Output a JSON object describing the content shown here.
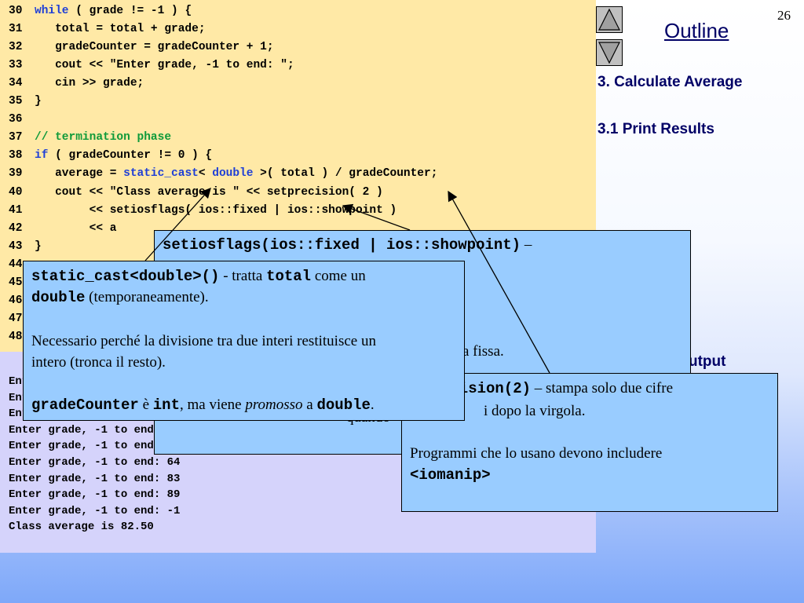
{
  "page_number": "26",
  "outline": {
    "title": "Outline",
    "items": [
      "3.  Calculate Average",
      "3.1  Print Results",
      "utput"
    ]
  },
  "code_lines": [
    {
      "no": "30",
      "parts": [
        {
          "t": "while",
          "c": "kw"
        },
        {
          "t": " ( grade != -1 ) {"
        }
      ]
    },
    {
      "no": "31",
      "parts": [
        {
          "t": "   total = total + grade;"
        }
      ]
    },
    {
      "no": "32",
      "parts": [
        {
          "t": "   gradeCounter = gradeCounter + 1;"
        }
      ]
    },
    {
      "no": "33",
      "parts": [
        {
          "t": "   cout << \"Enter grade, -1 to end: \";"
        }
      ]
    },
    {
      "no": "34",
      "parts": [
        {
          "t": "   cin >> grade;"
        }
      ]
    },
    {
      "no": "35",
      "parts": [
        {
          "t": "}"
        }
      ]
    },
    {
      "no": "36",
      "parts": []
    },
    {
      "no": "37",
      "parts": [
        {
          "t": "// termination phase",
          "c": "cm"
        }
      ]
    },
    {
      "no": "38",
      "parts": [
        {
          "t": "if",
          "c": "kw"
        },
        {
          "t": " ( gradeCounter != 0 ) {"
        }
      ]
    },
    {
      "no": "39",
      "parts": [
        {
          "t": "   average = "
        },
        {
          "t": "static_cast",
          "c": "kw"
        },
        {
          "t": "< "
        },
        {
          "t": "double",
          "c": "kw"
        },
        {
          "t": " >( total ) / gradeCounter;"
        }
      ]
    },
    {
      "no": "40",
      "parts": [
        {
          "t": "   cout << \"Class average is \" << setprecision( 2 )"
        }
      ]
    },
    {
      "no": "41",
      "parts": [
        {
          "t": "        << setiosflags( ios::fixed | ios::showpoint )"
        }
      ]
    },
    {
      "no": "42",
      "parts": [
        {
          "t": "        << a"
        }
      ]
    },
    {
      "no": "43",
      "parts": [
        {
          "t": "}"
        }
      ]
    },
    {
      "no": "44",
      "parts": []
    },
    {
      "no": "45",
      "parts": []
    },
    {
      "no": "46",
      "parts": []
    },
    {
      "no": "47",
      "parts": []
    },
    {
      "no": "48",
      "parts": []
    }
  ],
  "output_lines": [
    "Enter grade, -1 to end: 75",
    "Enter grade, -1 to end: 94",
    "Enter grade, -1 to end: 97",
    "Enter grade, -1 to end: 88",
    "Enter grade, -1 to end: 70",
    "Enter grade, -1 to end: 64",
    "Enter grade, -1 to end: 83",
    "Enter grade, -1 to end: 89",
    "Enter grade, -1 to end: -1",
    "Class average is 82.50"
  ],
  "callout_setiosflags": {
    "code": "setiosflags(ios::fixed | ios::showpoint)",
    "dash": " –",
    "tail1": "a fissa.",
    "tail2": "quando"
  },
  "callout_setprecision": {
    "code": "ecision(2)",
    "text1": " – stampa solo due cifre",
    "text2": "i dopo la virgola.",
    "text3": "Programmi che lo usano devono includere",
    "code2": "<iomanip>"
  },
  "callout_static_cast": {
    "code1": "static_cast<double>()",
    "t1": " - tratta ",
    "code2": "total",
    "t2": " come un",
    "code3": "double",
    "t3": " (temporaneamente).",
    "p2a": "Necessario perché la divisione tra due interi restituisce un",
    "p2b": "intero (tronca il resto).",
    "code4": "gradeCounter",
    "t4": " è ",
    "code5": "int",
    "t5": ", ma viene ",
    "t6": "promosso",
    "t7": " a ",
    "code6": "double",
    "t8": "."
  },
  "colors": {
    "code_bg": "#ffe9a6",
    "output_bg": "#d5d3fb",
    "callout_bg": "#99ccff",
    "keyword": "#1f3fd6",
    "comment": "#0f9a3a"
  }
}
